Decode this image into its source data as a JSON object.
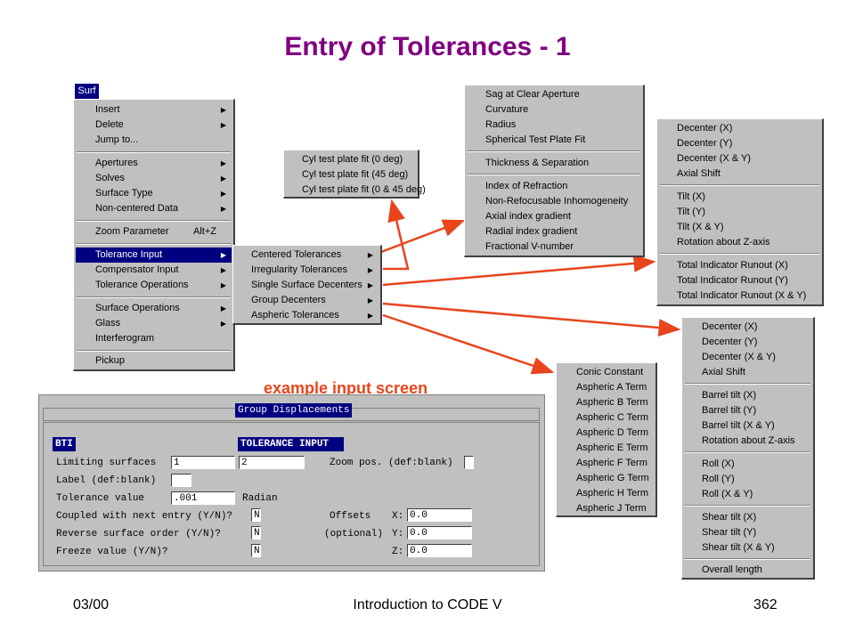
{
  "slide": {
    "title": "Entry of Tolerances - 1",
    "example_label": "example input screen",
    "footer_left": "03/00",
    "footer_center": "Introduction to CODE V",
    "footer_right": "362",
    "accent_color": "#800080",
    "arrow_color": "#e8451c"
  },
  "surf_menu": {
    "tab_label": "Surf",
    "items": [
      {
        "label": "Insert",
        "submenu": true
      },
      {
        "label": "Delete",
        "submenu": true
      },
      {
        "label": "Jump to...",
        "submenu": false
      },
      {
        "label": "Apertures",
        "submenu": true
      },
      {
        "label": "Solves",
        "submenu": true
      },
      {
        "label": "Surface Type",
        "submenu": true
      },
      {
        "label": "Non-centered Data",
        "submenu": true
      },
      {
        "label": "Zoom Parameter",
        "shortcut": "Alt+Z",
        "submenu": false
      },
      {
        "label": "Tolerance Input",
        "submenu": true,
        "highlighted": true
      },
      {
        "label": "Compensator Input",
        "submenu": true
      },
      {
        "label": "Tolerance Operations",
        "submenu": true
      },
      {
        "label": "Surface Operations",
        "submenu": true
      },
      {
        "label": "Glass",
        "submenu": true
      },
      {
        "label": "Interferogram",
        "submenu": false
      },
      {
        "label": "Pickup",
        "submenu": false
      }
    ]
  },
  "tolerance_submenu": {
    "items": [
      {
        "label": "Centered Tolerances"
      },
      {
        "label": "Irregularity Tolerances"
      },
      {
        "label": "Single Surface Decenters"
      },
      {
        "label": "Group Decenters"
      },
      {
        "label": "Aspheric Tolerances"
      }
    ]
  },
  "cyl_popup": {
    "items": [
      "Cyl test plate fit (0 deg)",
      "Cyl test plate fit (45 deg)",
      "Cyl test plate fit (0 & 45 deg)"
    ]
  },
  "centered_popup": {
    "groups": [
      [
        "Sag at Clear Aperture",
        "Curvature",
        "Radius",
        "Spherical Test Plate Fit"
      ],
      [
        "Thickness & Separation"
      ],
      [
        "Index of Refraction",
        "Non-Refocusable Inhomogeneity",
        "Axial index gradient",
        "Radial index gradient",
        "Fractional V-number"
      ]
    ]
  },
  "single_decenter_popup": {
    "groups": [
      [
        "Decenter (X)",
        "Decenter (Y)",
        "Decenter (X & Y)",
        "Axial Shift"
      ],
      [
        "Tilt (X)",
        "Tilt (Y)",
        "Tilt (X & Y)",
        "Rotation about Z-axis"
      ],
      [
        "Total Indicator Runout (X)",
        "Total Indicator Runout (Y)",
        "Total Indicator Runout (X & Y)"
      ]
    ]
  },
  "group_decenter_popup": {
    "groups": [
      [
        "Decenter (X)",
        "Decenter (Y)",
        "Decenter (X & Y)",
        "Axial Shift"
      ],
      [
        "Barrel tilt (X)",
        "Barrel tilt (Y)",
        "Barrel tilt (X & Y)",
        "Rotation about Z-axis"
      ],
      [
        "Roll (X)",
        "Roll (Y)",
        "Roll (X & Y)"
      ],
      [
        "Shear tilt (X)",
        "Shear tilt (Y)",
        "Shear tilt (X & Y)"
      ],
      [
        "Overall length"
      ]
    ]
  },
  "aspheric_popup": {
    "items": [
      "Conic Constant",
      "Aspheric A Term",
      "Aspheric B Term",
      "Aspheric C Term",
      "Aspheric D Term",
      "Aspheric E Term",
      "Aspheric F Term",
      "Aspheric G Term",
      "Aspheric H Term",
      "Aspheric J Term"
    ]
  },
  "input_screen": {
    "header": "Group Displacements",
    "bti": "BTI",
    "band_label": "TOLERANCE  INPUT",
    "limiting_label": "Limiting surfaces",
    "limiting_from": "1",
    "limiting_to": "2",
    "zoom_label": "Zoom pos. (def:blank)",
    "zoom_value": "",
    "label_label": "Label (def:blank)",
    "label_value": "",
    "tol_label": "Tolerance value",
    "tol_value": ".001",
    "tol_unit": "Radian",
    "coupled_label": "Coupled with next entry (Y/N)?",
    "coupled_value": "N",
    "reverse_label": "Reverse surface order (Y/N)?",
    "reverse_value": "N",
    "freeze_label": "Freeze value (Y/N)?",
    "freeze_value": "N",
    "offsets_label": "Offsets",
    "optional_label": "(optional)",
    "x_label": "X:",
    "y_label": "Y:",
    "z_label": "Z:",
    "x_value": "0.0",
    "y_value": "0.0",
    "z_value": "0.0"
  }
}
